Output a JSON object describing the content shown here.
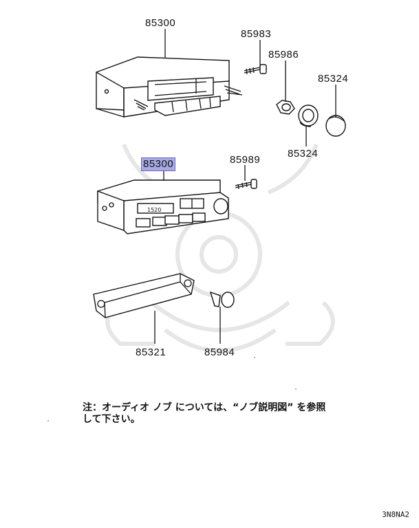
{
  "labels": {
    "radio_top": "85300",
    "screw_top": "85983",
    "nut_top": "85986",
    "knob_right_top": "85324",
    "knob_right_bottom": "85324",
    "radio_middle": "85300",
    "screw_middle": "85989",
    "bracket": "85321",
    "clip": "85984"
  },
  "note": {
    "line1": "注：オーディオ ノブ については、“ノブ説明図” を参照",
    "line2": "して下さい。"
  },
  "display_text": "1520",
  "code": "3N8NA2",
  "colors": {
    "highlight": "#a9a9e6"
  }
}
